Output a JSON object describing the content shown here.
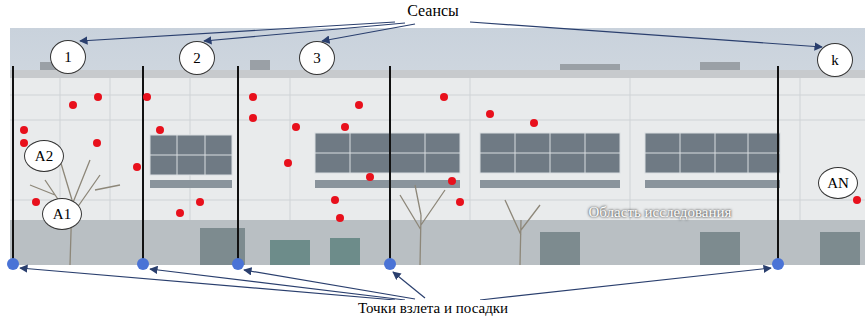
{
  "diagram": {
    "nodes": [
      {
        "text": [
          "1"
        ]
      },
      {
        "text": [
          "2"
        ]
      },
      {
        "text": [
          "3"
        ]
      },
      {
        "text": [
          "k"
        ]
      },
      {
        "text": [
          "A2"
        ]
      },
      {
        "text": [
          "A1"
        ]
      },
      {
        "text": [
          "AN"
        ]
      }
    ],
    "labels": [
      "Сеансы",
      "Область исследования",
      "Точки взлета и посадки"
    ]
  }
}
